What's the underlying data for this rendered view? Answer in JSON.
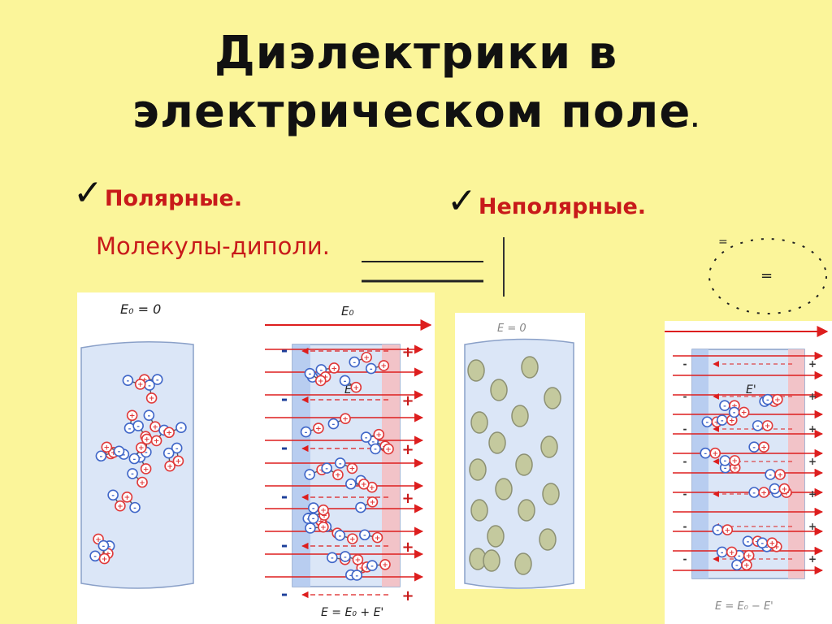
{
  "slide": {
    "title_line1": "Диэлектрики в",
    "title_line2": "электрическом поле",
    "title_dot": "."
  },
  "bullets": {
    "polar": "Полярные.",
    "polar_sub": "Молекулы-диполи.",
    "nonpolar": "Неполярные."
  },
  "figures": {
    "polar_left_label": "E₀ = 0",
    "polar_right_label": "E₀",
    "polar_inner_label": "E'",
    "polar_bottom_formula": "E = E₀ + E'",
    "nonpolar_left_label": "E = 0",
    "nonpolar_inner_label": "E'",
    "nonpolar_bottom_formula": "E = E₀ − E'",
    "charge_minus": "-",
    "charge_plus": "+"
  },
  "colors": {
    "background": "#fbf59a",
    "accent_red": "#c81a1a",
    "arrow_red": "#dd1e1e",
    "panel_blue": "#dbe6f7",
    "molecule_blue": "#3f66c8",
    "molecule_red": "#e03a3a",
    "neutral_grey": "#c4c99e"
  }
}
